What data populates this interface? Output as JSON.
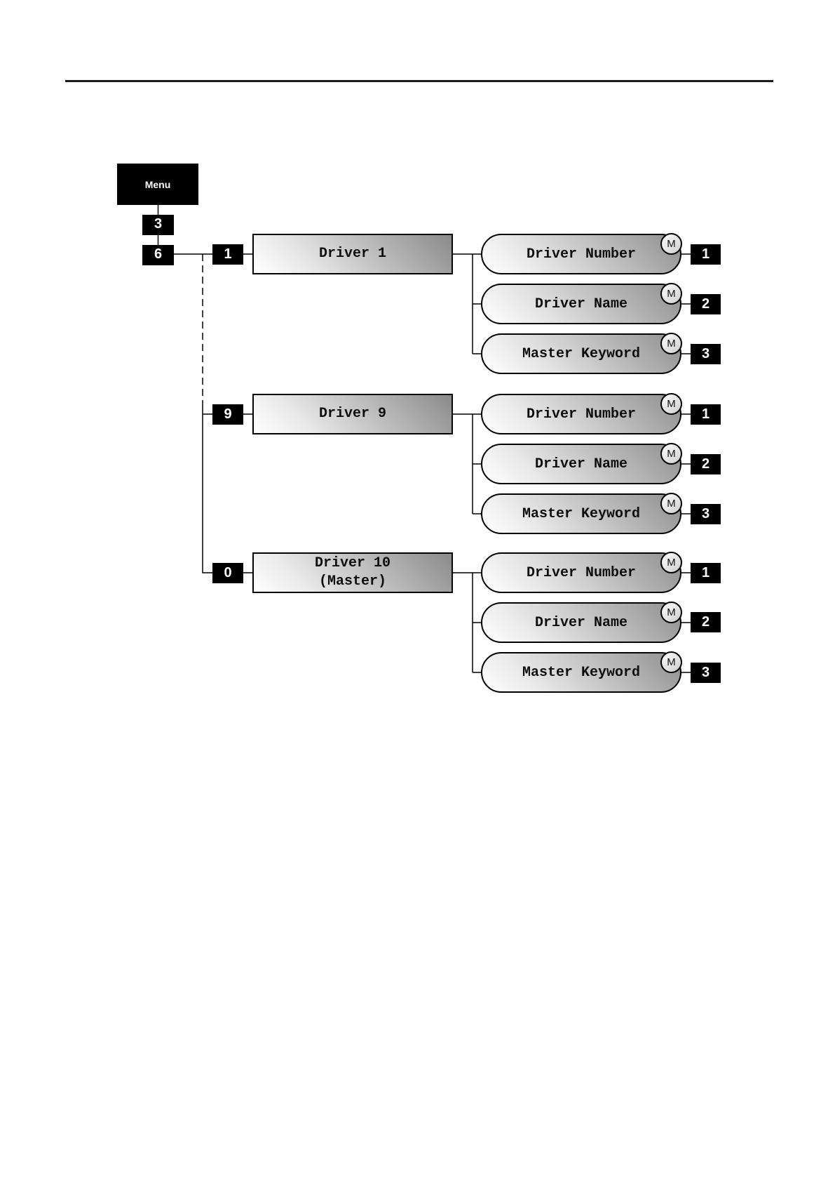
{
  "menu": {
    "label": "Menu",
    "level1_key": "3",
    "level2_key": "6"
  },
  "badge_letter": "M",
  "groups": [
    {
      "key": "1",
      "title": "Driver 1",
      "subtitle": "",
      "items": [
        {
          "label": "Driver Number",
          "badge": "M",
          "key": "1"
        },
        {
          "label": "Driver Name",
          "badge": "M",
          "key": "2"
        },
        {
          "label": "Master Keyword",
          "badge": "M",
          "key": "3"
        }
      ]
    },
    {
      "key": "9",
      "title": "Driver 9",
      "subtitle": "",
      "items": [
        {
          "label": "Driver Number",
          "badge": "M",
          "key": "1"
        },
        {
          "label": "Driver Name",
          "badge": "M",
          "key": "2"
        },
        {
          "label": "Master Keyword",
          "badge": "M",
          "key": "3"
        }
      ]
    },
    {
      "key": "0",
      "title": "Driver 10",
      "subtitle": "(Master)",
      "items": [
        {
          "label": "Driver Number",
          "badge": "M",
          "key": "1"
        },
        {
          "label": "Driver Name",
          "badge": "M",
          "key": "2"
        },
        {
          "label": "Master Keyword",
          "badge": "M",
          "key": "3"
        }
      ]
    }
  ],
  "colors": {
    "node_fill": "#000000",
    "node_text": "#ffffff",
    "gradient_light": "#ffffff",
    "gradient_dark": "#8a8a8a",
    "line": "#000000",
    "background": "#ffffff"
  }
}
